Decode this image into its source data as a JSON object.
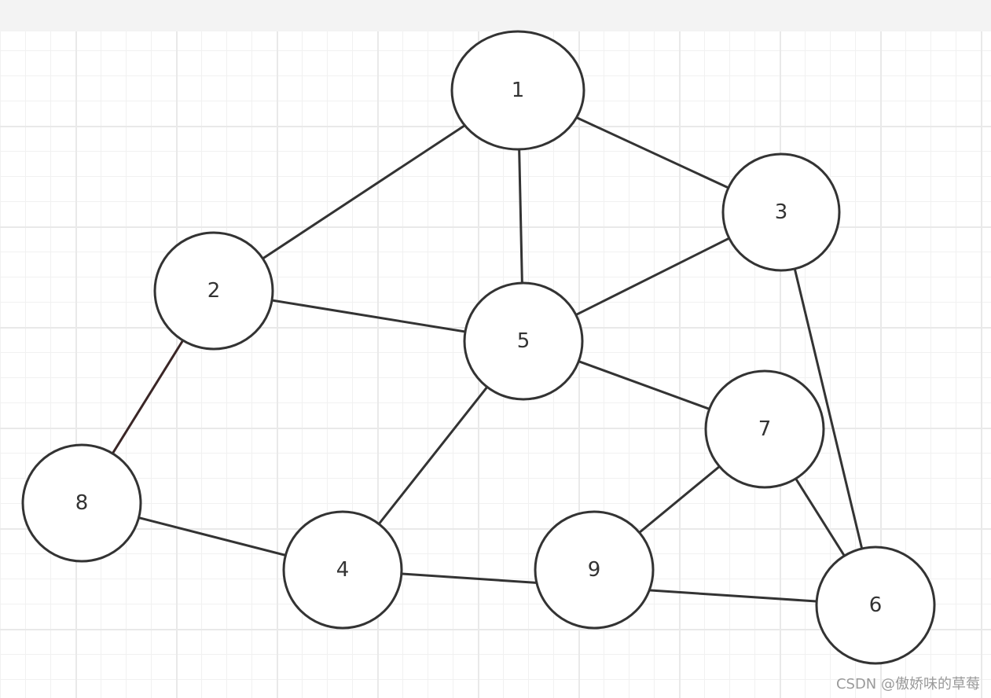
{
  "diagram": {
    "nodes": [
      {
        "id": "1",
        "label": "1"
      },
      {
        "id": "2",
        "label": "2"
      },
      {
        "id": "3",
        "label": "3"
      },
      {
        "id": "4",
        "label": "4"
      },
      {
        "id": "5",
        "label": "5"
      },
      {
        "id": "6",
        "label": "6"
      },
      {
        "id": "7",
        "label": "7"
      },
      {
        "id": "8",
        "label": "8"
      },
      {
        "id": "9",
        "label": "9"
      }
    ],
    "edges": [
      {
        "from": "1",
        "to": "2"
      },
      {
        "from": "1",
        "to": "3"
      },
      {
        "from": "1",
        "to": "5"
      },
      {
        "from": "2",
        "to": "5"
      },
      {
        "from": "2",
        "to": "8",
        "color": "#3a2626"
      },
      {
        "from": "3",
        "to": "5"
      },
      {
        "from": "3",
        "to": "6"
      },
      {
        "from": "5",
        "to": "7"
      },
      {
        "from": "5",
        "to": "4"
      },
      {
        "from": "8",
        "to": "4"
      },
      {
        "from": "7",
        "to": "9"
      },
      {
        "from": "7",
        "to": "6"
      },
      {
        "from": "4",
        "to": "6"
      }
    ]
  },
  "watermark": "CSDN @傲娇味的草莓",
  "colors": {
    "stroke": "#333333",
    "grid_major": "#e9e9e9",
    "grid_minor": "#f1f1f1",
    "header": "#f3f3f3",
    "accent_edge": "#3a2626"
  }
}
